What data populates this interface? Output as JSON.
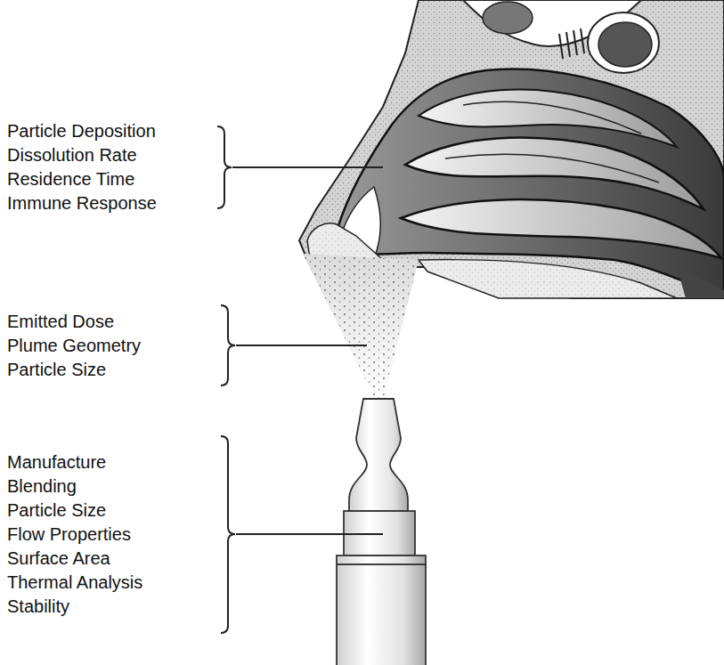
{
  "diagram": {
    "labels": [
      "Particle Deposition",
      "Dissolution Rate",
      "Residence Time",
      "Immune Response",
      "Emitted Dose",
      "Plume Geometry",
      "Particle Size",
      "Manufacture",
      "Blending",
      "Particle Size",
      "Flow Properties",
      "Surface Area",
      "Thermal Analysis",
      "Stability"
    ]
  }
}
